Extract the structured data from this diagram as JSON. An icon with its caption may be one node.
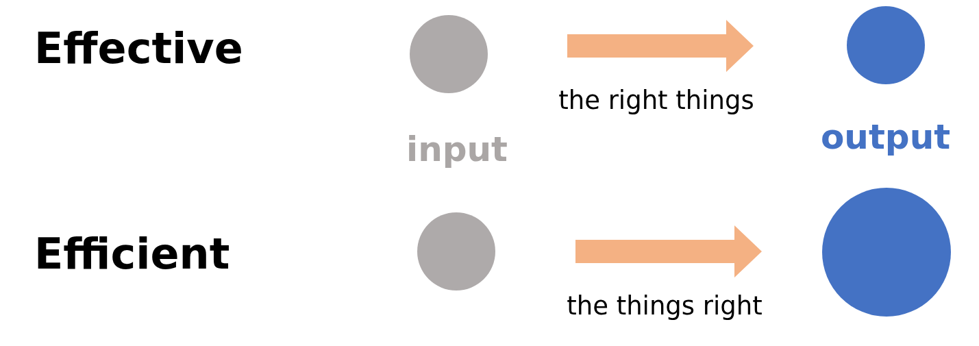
{
  "diagram": {
    "nodes": [
      {
        "text": [],
        "shape": "circle"
      },
      {
        "text": [],
        "shape": "circle"
      },
      {
        "text": [],
        "shape": "circle"
      },
      {
        "text": [],
        "shape": "circle"
      }
    ],
    "edges": [
      {
        "from": 0,
        "to": 1,
        "arrow": "to",
        "label": "the right things",
        "style": "thick",
        "color": "#f4b183"
      },
      {
        "from": 2,
        "to": 3,
        "arrow": "to",
        "label": "the things right",
        "style": "thick",
        "color": "#f4b183"
      }
    ],
    "labels": [
      "Effective",
      "input",
      "output",
      "Efficient"
    ]
  }
}
